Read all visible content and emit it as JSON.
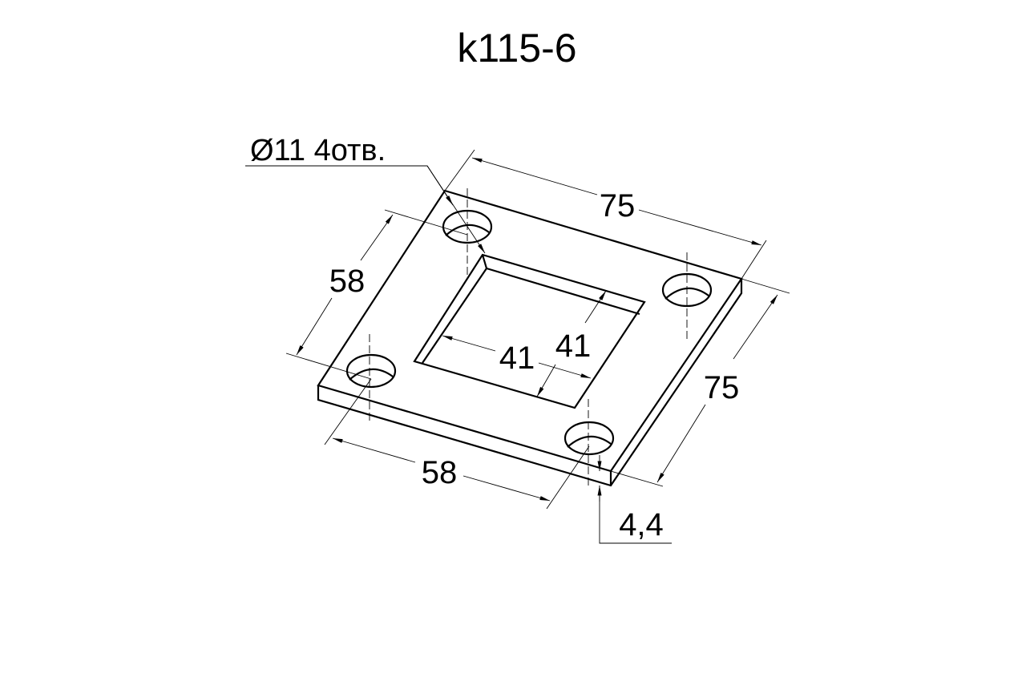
{
  "title": "k115-6",
  "callout": {
    "hole_note": "Ø11 4отв."
  },
  "dimensions": {
    "length_top": "75",
    "length_right": "75",
    "hole_spacing_left": "58",
    "hole_spacing_bottom": "58",
    "opening_width": "41",
    "opening_depth": "41",
    "thickness": "4,4"
  }
}
